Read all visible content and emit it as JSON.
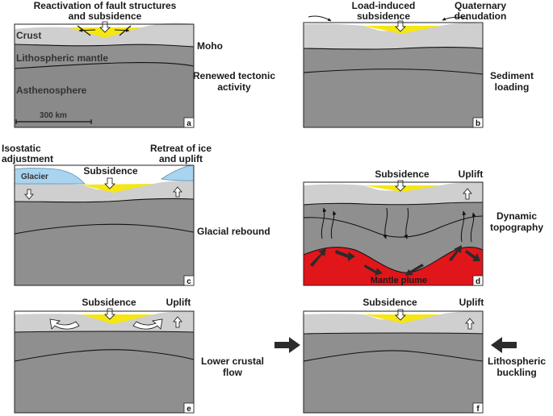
{
  "colors": {
    "crust": "#cfcfcf",
    "mantle": "#8f8f8f",
    "asthenosphere": "#8a8a8a",
    "sediment": "#f5e614",
    "glacier": "#a8d4ef",
    "plume": "#e0161b",
    "arrow_dark": "#2b2b2b"
  },
  "panel_a": {
    "tag": "a",
    "title_line1": "Reactivation of fault structures",
    "title_line2": "and subsidence",
    "layer_crust": "Crust",
    "layer_mantle": "Lithospheric mantle",
    "layer_astheno": "Asthenosphere",
    "scale_label": "300 km",
    "moho": "Moho",
    "side_line1": "Renewed tectonic",
    "side_line2": "activity"
  },
  "panel_b": {
    "tag": "b",
    "title_line1": "Load-induced",
    "title_line2": "subsidence",
    "right_line1": "Quaternary",
    "right_line2": "denudation",
    "side_line1": "Sediment",
    "side_line2": "loading"
  },
  "panel_c": {
    "tag": "c",
    "left_line1": "Isostatic",
    "left_line2": "adjustment",
    "glacier": "Glacier",
    "subsidence": "Subsidence",
    "right_line1": "Retreat of ice",
    "right_line2": "and uplift",
    "side": "Glacial rebound"
  },
  "panel_d": {
    "tag": "d",
    "subsidence": "Subsidence",
    "uplift": "Uplift",
    "plume": "Mantle plume",
    "side_line1": "Dynamic",
    "side_line2": "topography"
  },
  "panel_e": {
    "tag": "e",
    "subsidence": "Subsidence",
    "uplift": "Uplift",
    "side_line1": "Lower crustal",
    "side_line2": "flow"
  },
  "panel_f": {
    "tag": "f",
    "subsidence": "Subsidence",
    "uplift": "Uplift",
    "side_line1": "Lithospheric",
    "side_line2": "buckling"
  }
}
